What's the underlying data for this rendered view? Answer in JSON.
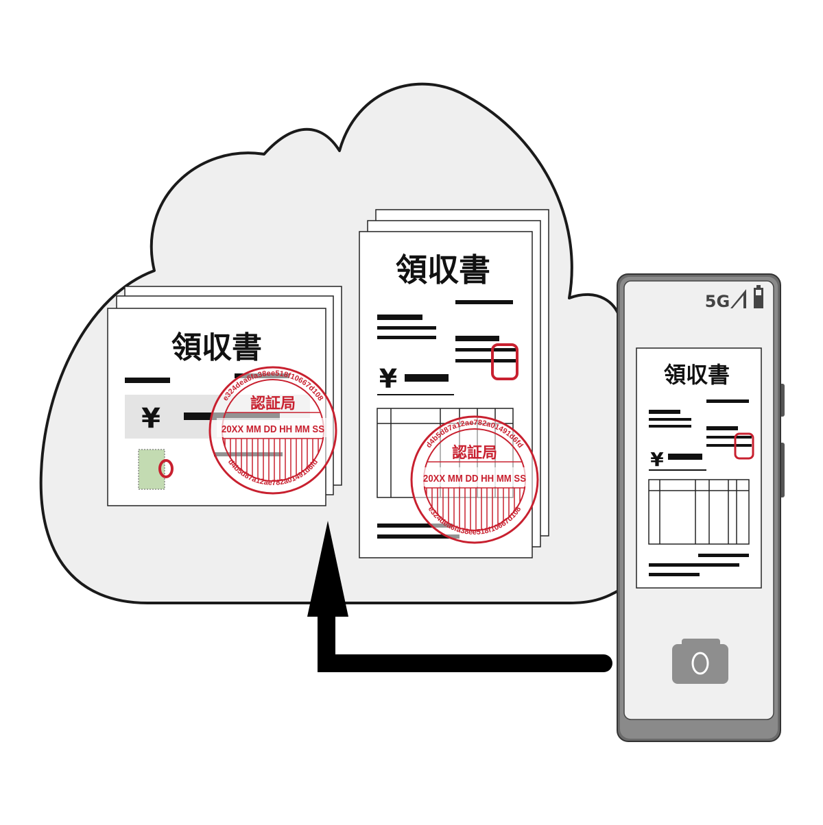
{
  "receipt": {
    "title": "領収書",
    "currency_symbol": "¥"
  },
  "stamp": {
    "authority": "認証局",
    "timestamp": "20XX MM DD HH MM SS",
    "hash_top": "e324dea6fa38ee518f10667d108",
    "hash_bottom": "d4b5d87a12ae782a01491d6fd"
  },
  "phone": {
    "network": "5G",
    "icons": {
      "signal": "signal-icon",
      "battery": "battery-icon",
      "camera": "camera-icon"
    }
  },
  "colors": {
    "stamp_red": "#c8202f",
    "cloud_fill": "#efefef",
    "phone_body": "#6a6a6a",
    "phone_screen": "#f0f0f0",
    "camera_gray": "#8e8e8e",
    "revenue_stamp_green": "#c3dbb2"
  }
}
